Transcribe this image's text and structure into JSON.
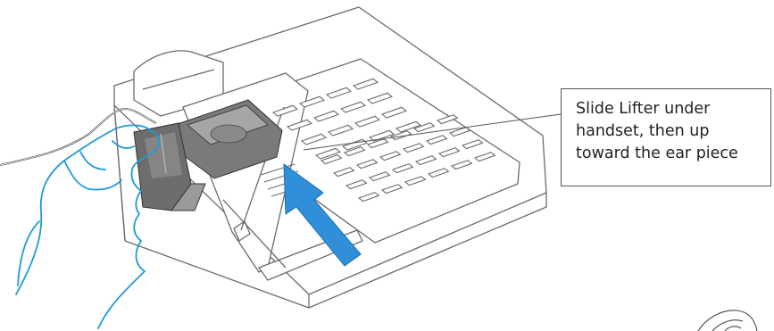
{
  "callout": {
    "lines": [
      "Slide Lifter under",
      "handset, then up",
      "toward the ear piece"
    ]
  },
  "colors": {
    "line_art": "#6b6b6b",
    "hand_outline": "#1e9bd7",
    "arrow": "#2f8fd8",
    "lifter_dark": "#6d6d6d",
    "lifter_mid": "#9a9a9a",
    "lifter_light": "#c9c9c9"
  }
}
